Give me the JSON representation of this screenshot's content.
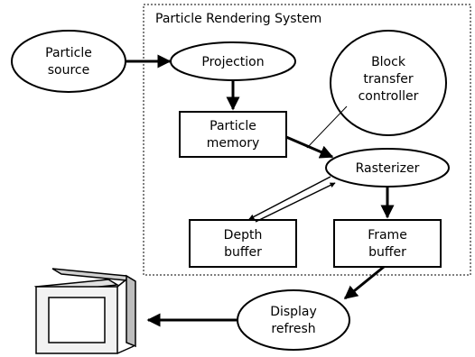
{
  "system_label": "Particle Rendering System",
  "nodes": {
    "particle_source": {
      "line1": "Particle",
      "line2": "source"
    },
    "projection": {
      "line1": "Projection"
    },
    "block_transfer_controller": {
      "line1": "Block",
      "line2": "transfer",
      "line3": "controller"
    },
    "particle_memory": {
      "line1": "Particle",
      "line2": "memory"
    },
    "rasterizer": {
      "line1": "Rasterizer"
    },
    "depth_buffer": {
      "line1": "Depth",
      "line2": "buffer"
    },
    "frame_buffer": {
      "line1": "Frame",
      "line2": "buffer"
    },
    "display_refresh": {
      "line1": "Display",
      "line2": "refresh"
    }
  },
  "icons": {
    "monitor": "monitor-icon"
  },
  "colors": {
    "stroke": "#000000",
    "background": "#ffffff",
    "monitor_face": "#e8e8e8"
  }
}
